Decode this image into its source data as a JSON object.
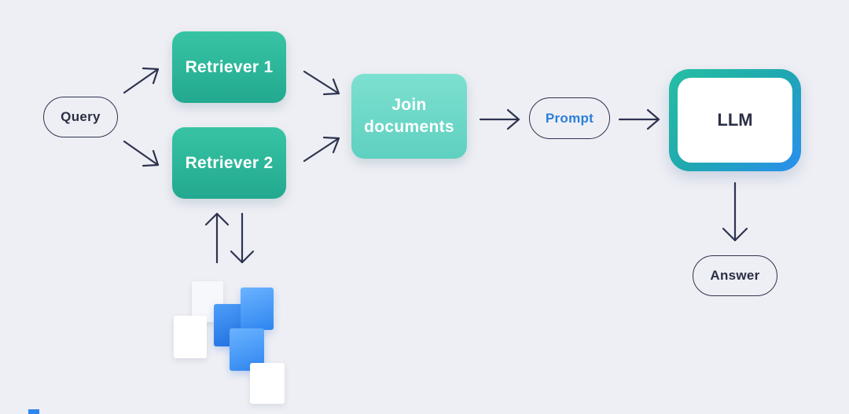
{
  "nodes": {
    "query": "Query",
    "retriever1": "Retriever 1",
    "retriever2": "Retriever 2",
    "join_line1": "Join",
    "join_line2": "documents",
    "prompt": "Prompt",
    "llm": "LLM",
    "answer": "Answer"
  },
  "colors": {
    "retriever": "#22a98f",
    "join": "#6fd6c6",
    "prompt_text": "#2b7fd9",
    "llm_border_start": "#26bfa3",
    "llm_border_end": "#2a8ef0",
    "document_blue": "#2f86f0",
    "arrow": "#2e3350",
    "background": "#eeeff4"
  },
  "icons": [
    "document-stack-icon"
  ]
}
